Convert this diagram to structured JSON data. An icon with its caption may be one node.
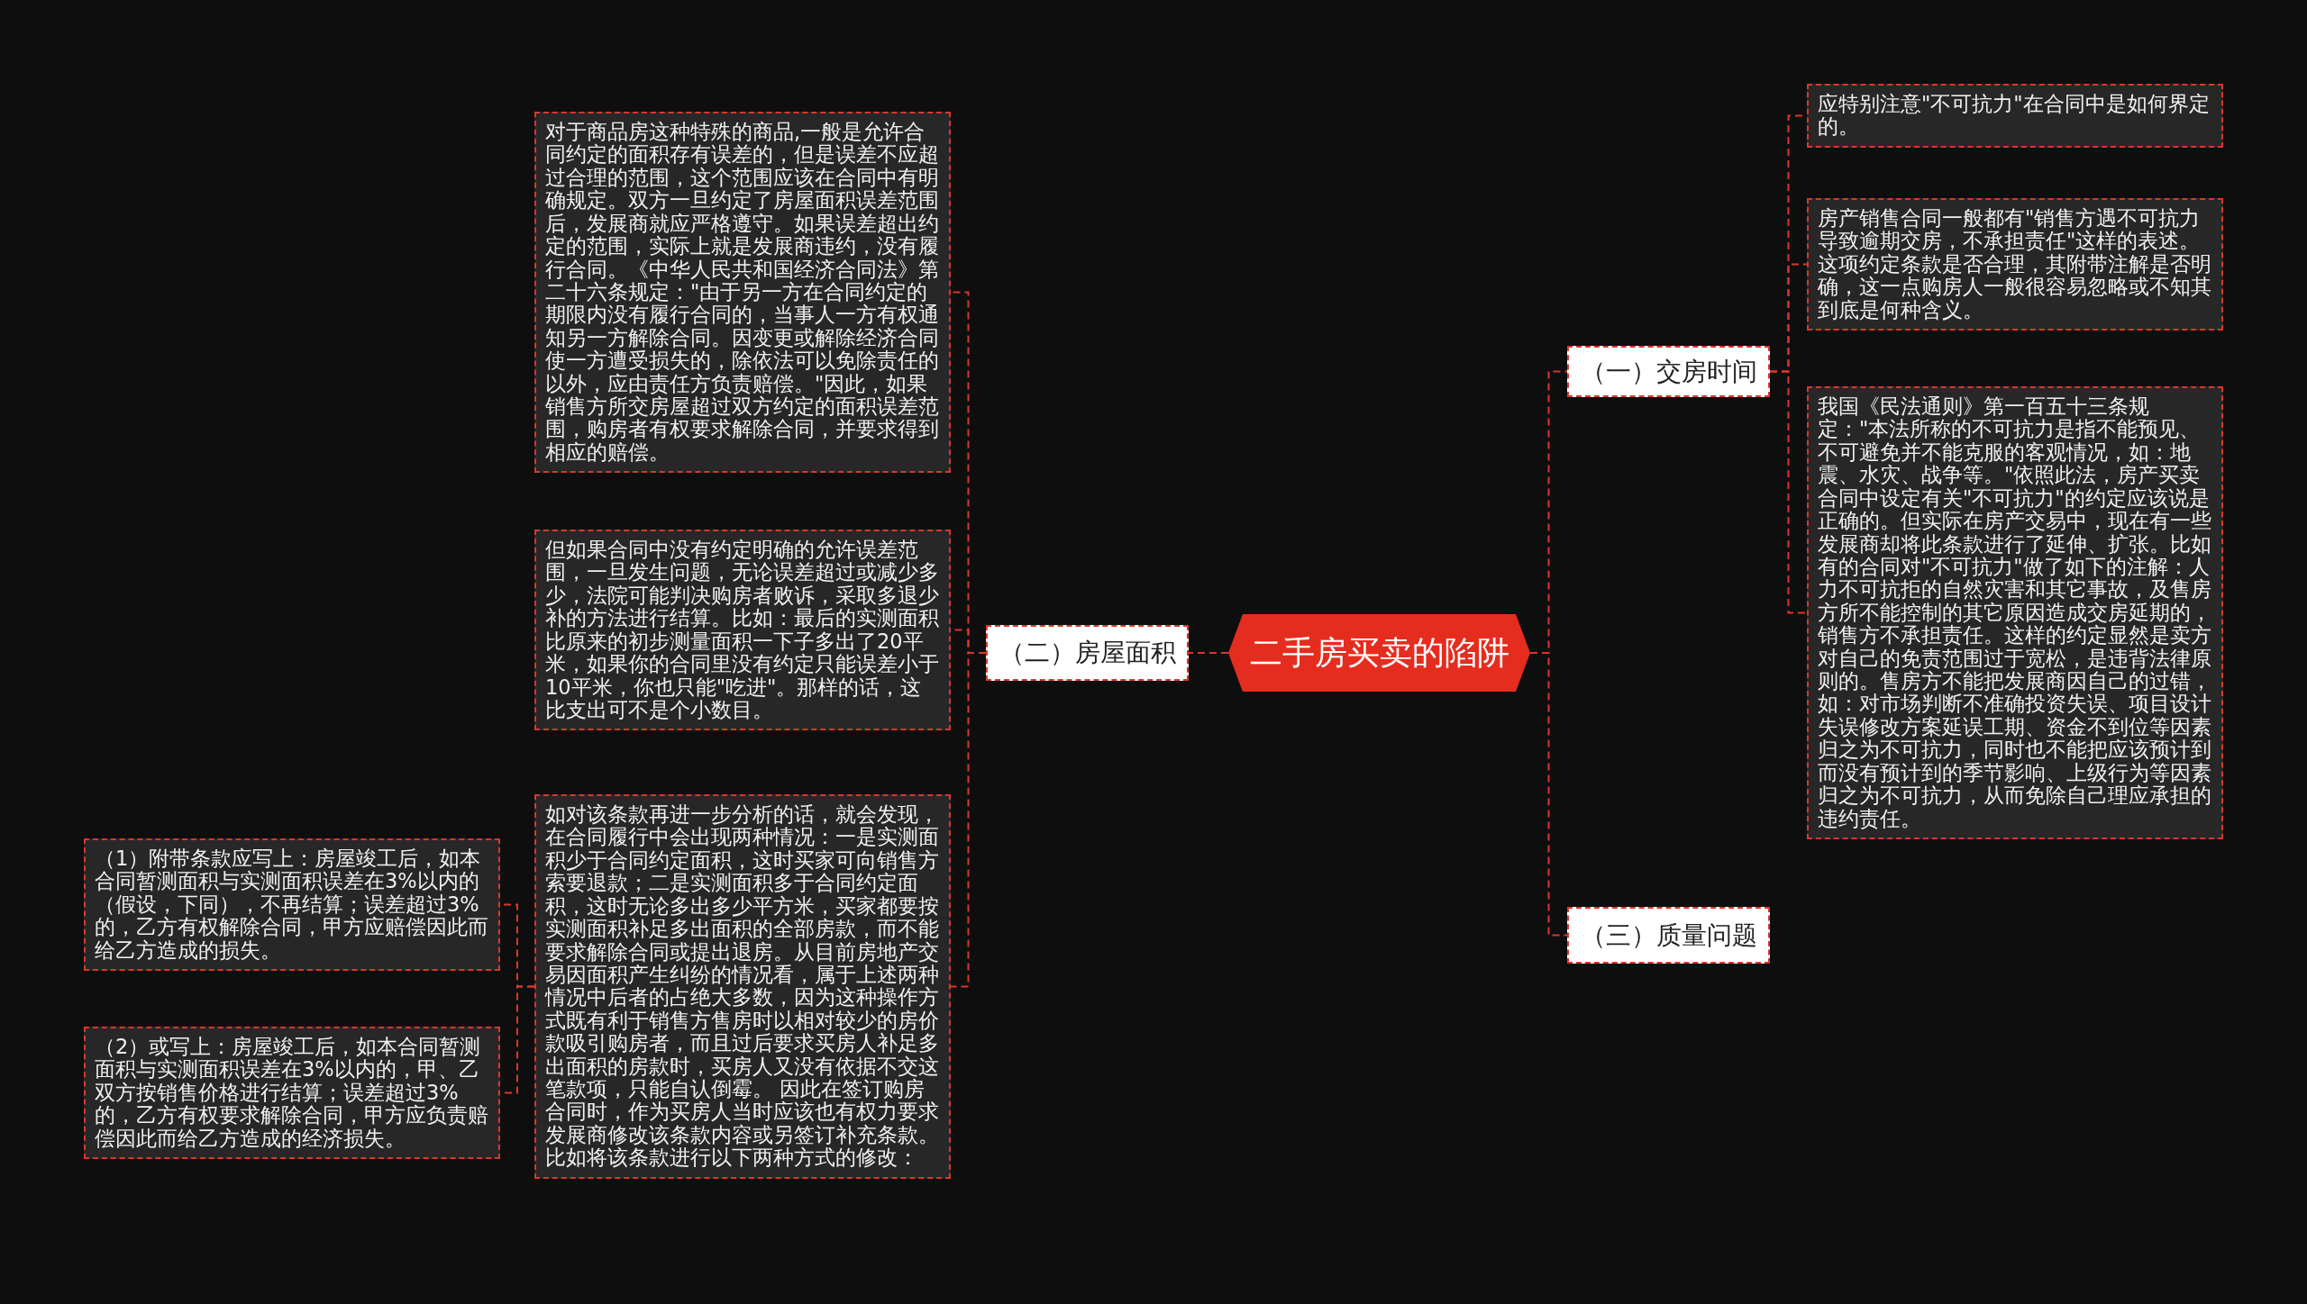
{
  "diagram": {
    "nodes": [
      {
        "text": [
          "二手房买卖的陷阱"
        ]
      },
      {
        "text": [
          "（一）交房时间"
        ]
      },
      {
        "text": [
          "应特别注意\"不可抗力\"在合同中是如何界定的。"
        ]
      },
      {
        "text": [
          "房产销售合同一般都有\"销售方遇不可抗力导致逾期交房，不承担责任\"这样的表述。这项约定条款是否合理，其附带注解是否明确，这一点购房人一般很容易忽略或不知其到底是何种含义。"
        ]
      },
      {
        "text": [
          "我国《民法通则》第一百五十三条规定：\"本法所称的不可抗力是指不能预见、不可避免并不能克服的客观情况，如：地震、水灾、战争等。\"依照此法，房产买卖合同中设定有关\"不可抗力\"的约定应该说是正确的。但实际在房产交易中，现在有一些发展商却将此条款进行了延伸、扩张。比如有的合同对\"不可抗力\"做了如下的注解：人力不可抗拒的自然灾害和其它事故，及售房方所不能控制的其它原因造成交房延期的，销售方不承担责任。这样的约定显然是卖方对自己的免责范围过于宽松，是违背法律原则的。售房方不能把发展商因自己的过错，如：对市场判断不准确投资失误、项目设计失误修改方案延误工期、资金不到位等因素归之为不可抗力，同时也不能把应该预计到而没有预计到的季节影响、上级行为等因素归之为不可抗力，从而免除自己理应承担的违约责任。"
        ]
      },
      {
        "text": [
          "（三）质量问题"
        ]
      },
      {
        "text": [
          "（二）房屋面积"
        ]
      },
      {
        "text": [
          "对于商品房这种特殊的商品,一般是允许合同约定的面积存有误差的，但是误差不应超过合理的范围，这个范围应该在合同中有明确规定。双方一旦约定了房屋面积误差范围后，发展商就应严格遵守。如果误差超出约定的范围，实际上就是发展商违约，没有履行合同。《中华人民共和国经济合同法》第二十六条规定：\"由于另一方在合同约定的期限内没有履行合同的，当事人一方有权通知另一方解除合同。因变更或解除经济合同使一方遭受损失的，除依法可以免除责任的以外，应由责任方负责赔偿。\"因此，如果销售方所交房屋超过双方约定的面积误差范围，购房者有权要求解除合同，并要求得到相应的赔偿。"
        ]
      },
      {
        "text": [
          "但如果合同中没有约定明确的允许误差范围，一旦发生问题，无论误差超过或减少多少，法院可能判决购房者败诉，采取多退少补的方法进行结算。比如：最后的实测面积比原来的初步测量面积一下子多出了20平米，如果你的合同里没有约定只能误差小于10平米，你也只能\"吃进\"。那样的话，这比支出可不是个小数目。"
        ]
      },
      {
        "text": [
          "如对该条款再进一步分析的话，就会发现，在合同履行中会出现两种情况：一是实测面积少于合同约定面积，这时买家可向销售方索要退款；二是实测面积多于合同约定面积，这时无论多出多少平方米，买家都要按实测面积补足多出面积的全部房款，而不能要求解除合同或提出退房。从目前房地产交易因面积产生纠纷的情况看，属于上述两种情况中后者的占绝大多数，因为这种操作方式既有利于销售方售房时以相对较少的房价款吸引购房者，而且过后要求买房人补足多出面积的房款时，买房人又没有依据不交这笔款项，只能自认倒霉。 因此在签订购房合同时，作为买房人当时应该也有权力要求发展商修改该条款内容或另签订补充条款。比如将该条款进行以下两种方式的修改："
        ]
      },
      {
        "text": [
          "（1）附带条款应写上：房屋竣工后，如本合同暂测面积与实测面积误差在3%以内的（假设，下同），不再结算；误差超过3%的，乙方有权解除合同，甲方应赔偿因此而给乙方造成的损失。"
        ]
      },
      {
        "text": [
          "（2）或写上：房屋竣工后，如本合同暂测面积与实测面积误差在3%以内的，甲、乙双方按销售价格进行结算；误差超过3%的，乙方有权要求解除合同，甲方应负责赔偿因此而给乙方造成的经济损失。"
        ]
      }
    ],
    "edges": [
      {
        "from": 0,
        "to": 1,
        "arrow": "none"
      },
      {
        "from": 0,
        "to": 5,
        "arrow": "none"
      },
      {
        "from": 0,
        "to": 6,
        "arrow": "none"
      },
      {
        "from": 1,
        "to": 2,
        "arrow": "none"
      },
      {
        "from": 1,
        "to": 3,
        "arrow": "none"
      },
      {
        "from": 1,
        "to": 4,
        "arrow": "none"
      },
      {
        "from": 6,
        "to": 7,
        "arrow": "none"
      },
      {
        "from": 6,
        "to": 8,
        "arrow": "none"
      },
      {
        "from": 6,
        "to": 9,
        "arrow": "none"
      },
      {
        "from": 9,
        "to": 10,
        "arrow": "none"
      },
      {
        "from": 9,
        "to": 11,
        "arrow": "none"
      }
    ]
  }
}
